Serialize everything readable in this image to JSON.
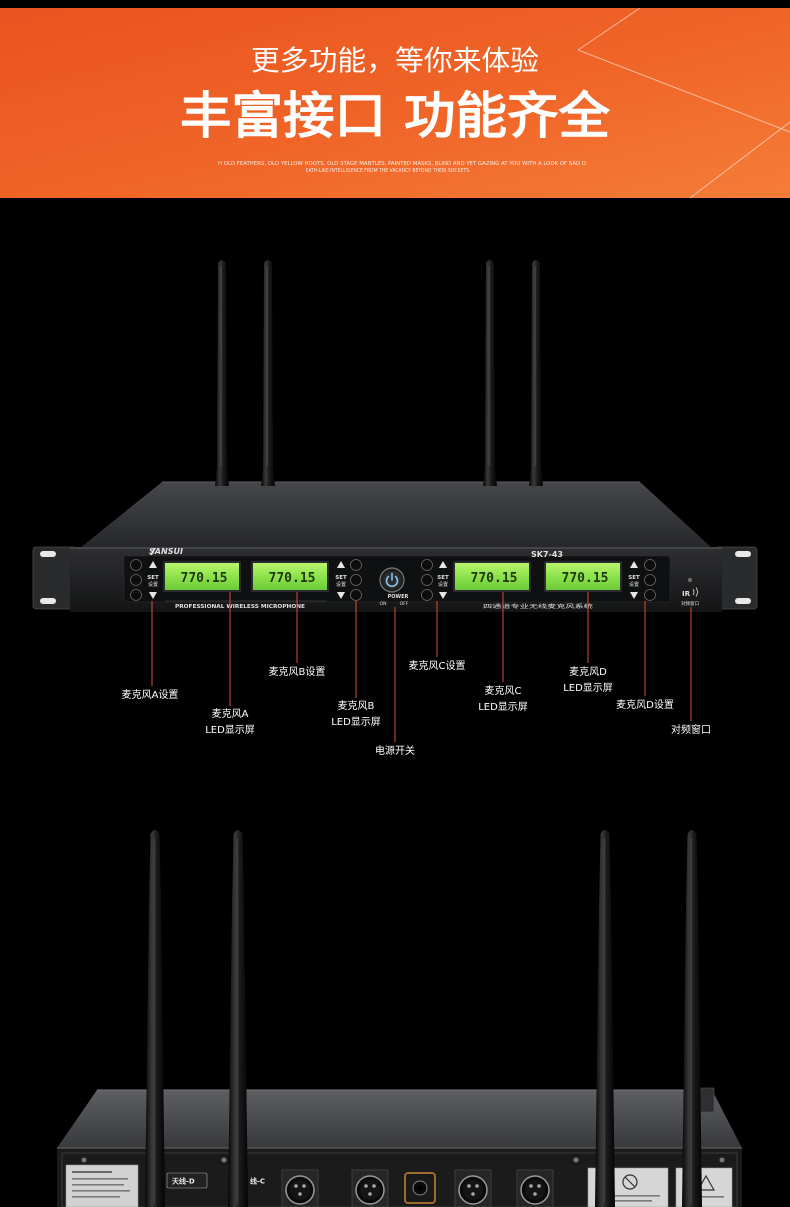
{
  "banner": {
    "subtitle": "更多功能，等你来体验",
    "title": "丰富接口 功能齐全",
    "fine_print_line1": "H OLD FEATHERS, OLD YELLOW HOOTS, OLD STAGE MANTLES, PAINTED MASKS, BLIND AND YET GAZING AT YOU WITH A LOOK OF SAD D",
    "fine_print_line2": "EATH-LIKE INTELLIGENCE FROM THE VACANCY BEYOND THEIR SOCKETS."
  },
  "front_view": {
    "brand": "SANSUI",
    "model": "SK7-43",
    "set_label": "SET",
    "set_label_cn": "设置",
    "lcd_reading": "770.15",
    "panel_caption": "PROFESSIONAL WIRELESS MICROPHONE",
    "panel_caption_cn": "四通道专业无线麦克风系统",
    "power_label": "POWER",
    "power_on": "ON",
    "power_off": "OFF",
    "ir_label": "IR",
    "ir_caption": "对频窗口",
    "callouts": {
      "mic_a_set": "麦克风A设置",
      "mic_a_lcd": [
        "麦克风A",
        "LED显示屏"
      ],
      "mic_b_set": "麦克风B设置",
      "mic_b_lcd": [
        "麦克风B",
        "LED显示屏"
      ],
      "power_switch": "电源开关",
      "mic_c_set": "麦克风C设置",
      "mic_c_lcd": [
        "麦克风C",
        "LED显示屏"
      ],
      "mic_d_lcd": [
        "麦克风D",
        "LED显示屏"
      ],
      "mic_d_set": "麦克风D设置",
      "ir_window": "对频窗口"
    }
  },
  "rear_view": {
    "antenna_d_label": "天线-D",
    "antenna_c_label": "线-C"
  },
  "colors": {
    "banner_orange": "#f06528",
    "callout_line": "#d8542c",
    "lcd_green": "#8ee24c",
    "background": "#000000"
  },
  "icons": [
    "power-icon",
    "ir-icon",
    "arrow-up-icon",
    "arrow-down-icon"
  ]
}
